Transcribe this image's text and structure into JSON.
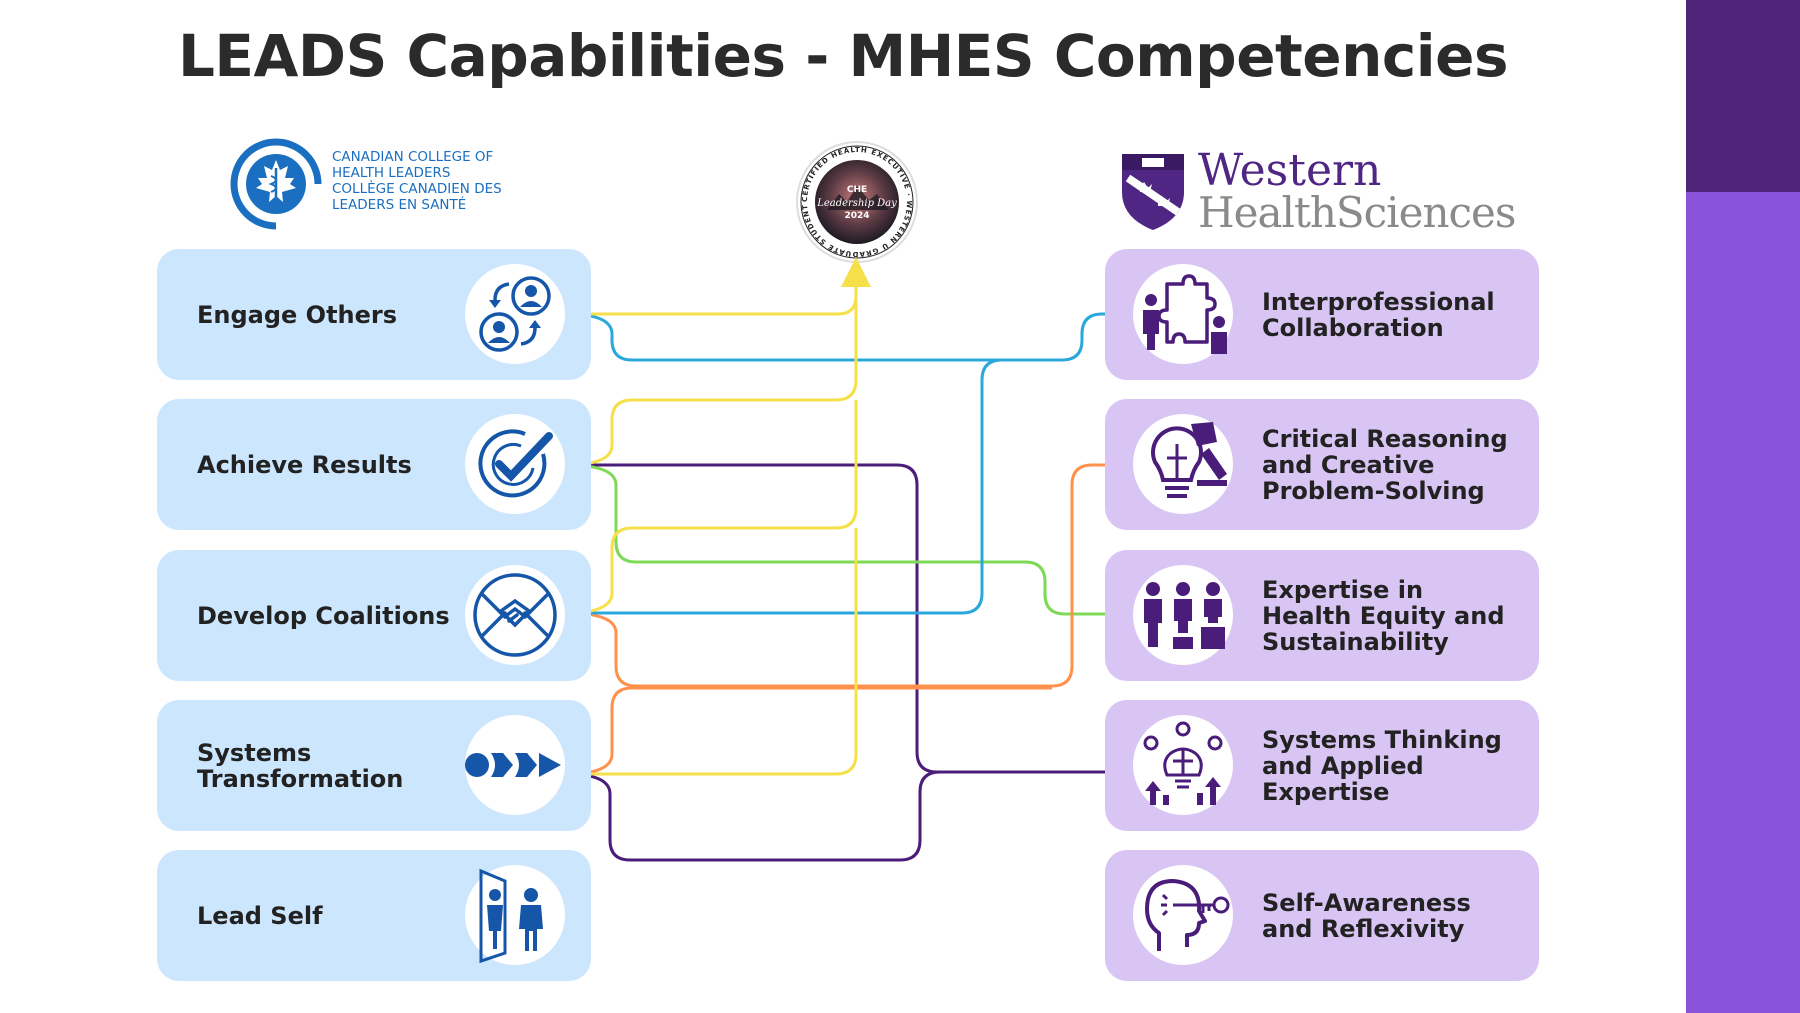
{
  "title": "LEADS Capabilities - MHES Competencies",
  "logos": {
    "ccl": {
      "text": "CANADIAN COLLEGE OF\nHEALTH LEADERS\nCOLLÈGE CANADIEN DES\nLEADERS EN SANTÉ",
      "icon": "maple-leaf-caduceus-logo-icon"
    },
    "seal": {
      "ring_text": "CERTIFIED HEALTH EXECUTIVE · WESTERN U GRADUATE STUDENTS ·",
      "center_line1": "CHE",
      "center_line2": "Leadership Day",
      "center_line3": "2024"
    },
    "western": {
      "name": "Western",
      "sub": "HealthSciences",
      "icon": "western-crest-icon"
    }
  },
  "leads": [
    {
      "label": "Engage Others",
      "icon": "two-people-exchange-icon"
    },
    {
      "label": "Achieve Results",
      "icon": "circular-checkmark-icon"
    },
    {
      "label": "Develop Coalitions",
      "icon": "joined-hands-icon"
    },
    {
      "label": "Systems\nTransformation",
      "icon": "forward-arrows-icon"
    },
    {
      "label": "Lead Self",
      "icon": "mirror-reflection-icon"
    }
  ],
  "mhes": [
    {
      "label": "Interprofessional\nCollaboration",
      "icon": "puzzle-teamwork-icon"
    },
    {
      "label": "Critical Reasoning\nand Creative\nProblem-Solving",
      "icon": "lightbulb-puzzle-icon"
    },
    {
      "label": "Expertise in\nHealth Equity and\nSustainability",
      "icon": "equity-podium-icon"
    },
    {
      "label": "Systems Thinking\nand Applied\nExpertise",
      "icon": "brain-gears-icon"
    },
    {
      "label": "Self-Awareness\nand Reflexivity",
      "icon": "head-key-icon"
    }
  ],
  "colors": {
    "title": "#2b2b2b",
    "leads_card": "#cce6fd",
    "mhes_card": "#d9c5f3",
    "leads_icon": "#1556a8",
    "mhes_icon": "#4a1d7a",
    "yellow": "#f5e04a",
    "blue": "#2aa8dc",
    "green": "#7ed957",
    "orange": "#ff914d",
    "purple": "#4a1d7a",
    "strip_dark": "#4f2579",
    "strip_light": "#8a52d8"
  },
  "connections": [
    {
      "from": "Engage Others",
      "to": "CHE Leadership Day 2024",
      "color": "yellow"
    },
    {
      "from": "Achieve Results",
      "to": "CHE Leadership Day 2024",
      "color": "yellow"
    },
    {
      "from": "Develop Coalitions",
      "to": "CHE Leadership Day 2024",
      "color": "yellow"
    },
    {
      "from": "Systems Transformation",
      "to": "CHE Leadership Day 2024",
      "color": "yellow"
    },
    {
      "from": "Engage Others",
      "to": "Interprofessional Collaboration",
      "color": "blue"
    },
    {
      "from": "Develop Coalitions",
      "to": "Interprofessional Collaboration",
      "color": "blue"
    },
    {
      "from": "Achieve Results",
      "to": "Expertise in Health Equity and Sustainability",
      "color": "green"
    },
    {
      "from": "Develop Coalitions",
      "to": "Critical Reasoning and Creative Problem-Solving",
      "color": "orange"
    },
    {
      "from": "Systems Transformation",
      "to": "Critical Reasoning and Creative Problem-Solving",
      "color": "orange"
    },
    {
      "from": "Achieve Results",
      "to": "Systems Thinking and Applied Expertise",
      "color": "purple"
    },
    {
      "from": "Systems Transformation",
      "to": "Systems Thinking and Applied Expertise",
      "color": "purple"
    }
  ]
}
